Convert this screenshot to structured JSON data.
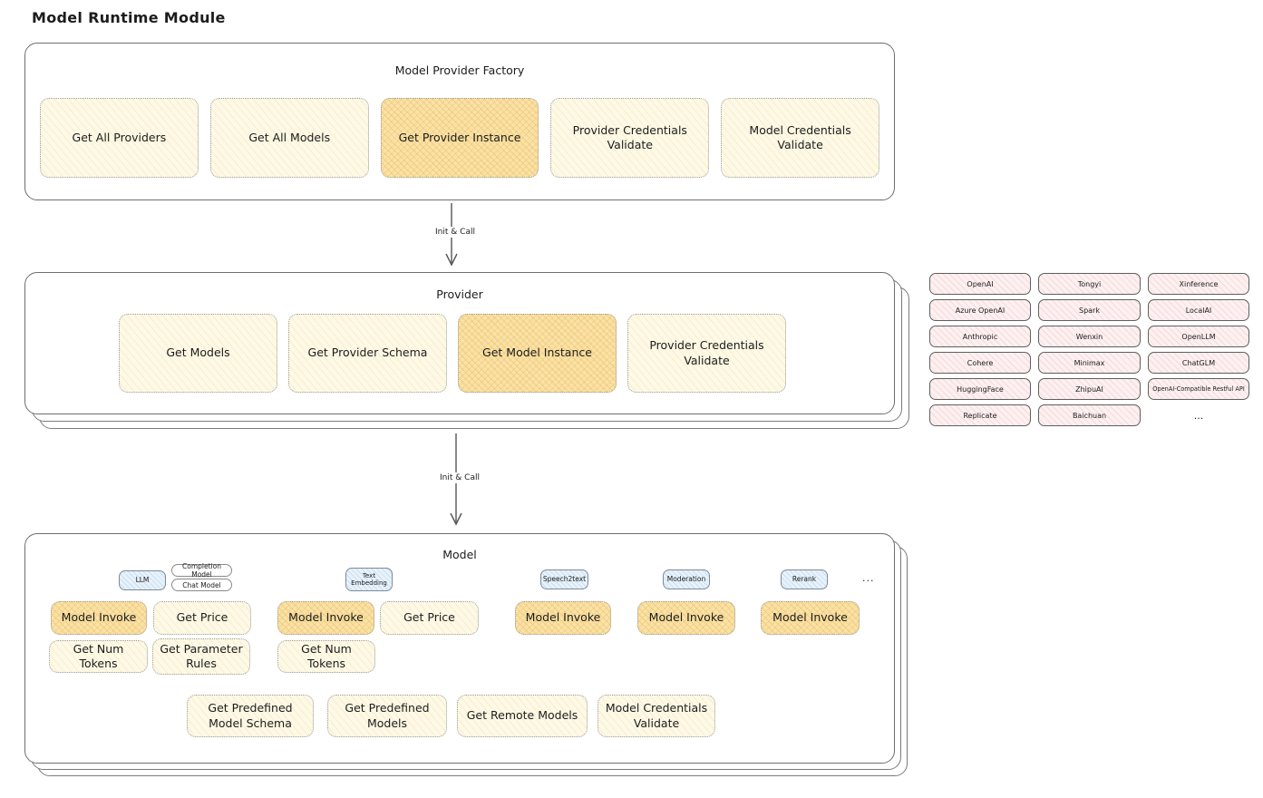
{
  "title": "Model Runtime Module",
  "colors": {
    "light_yellow": "#fdf9e6",
    "accent_orange": "#f9e2a6",
    "pink": "#fdf0f0",
    "blue": "#e7f2fb",
    "outline": "#6e6e6e"
  },
  "factory": {
    "title": "Model Provider Factory",
    "methods": [
      {
        "label": "Get All Providers"
      },
      {
        "label": "Get All Models"
      },
      {
        "label": "Get Provider Instance"
      },
      {
        "label": "Provider Credentials Validate"
      },
      {
        "label": "Model Credentials Validate"
      }
    ]
  },
  "arrows": {
    "first": "Init & Call",
    "second": "Init & Call"
  },
  "provider": {
    "title": "Provider",
    "methods": [
      {
        "label": "Get Models"
      },
      {
        "label": "Get Provider Schema"
      },
      {
        "label": "Get Model Instance"
      },
      {
        "label": "Provider Credentials Validate"
      }
    ]
  },
  "providers_grid": {
    "items": [
      "OpenAI",
      "Tongyi",
      "Xinference",
      "Azure OpenAI",
      "Spark",
      "LocalAI",
      "Anthropic",
      "Wenxin",
      "OpenLLM",
      "Cohere",
      "Minimax",
      "ChatGLM",
      "HuggingFace",
      "ZhipuAI",
      "OpenAI-Compatible Restful API",
      "Replicate",
      "Baichuan"
    ],
    "ellipsis": "..."
  },
  "model": {
    "title": "Model",
    "tags": {
      "llm": "LLM",
      "completion": "Completion Model",
      "chat": "Chat Model",
      "text_embedding": "Text Embedding",
      "speech2text": "Speech2text",
      "moderation": "Moderation",
      "rerank": "Rerank",
      "ellipsis": "..."
    },
    "row1": [
      "Model Invoke",
      "Get Price",
      "Model Invoke",
      "Get Price",
      "Model Invoke",
      "Model Invoke",
      "Model Invoke"
    ],
    "row2": [
      "Get Num Tokens",
      "Get Parameter Rules",
      "Get Num Tokens"
    ],
    "row3": [
      "Get Predefined Model Schema",
      "Get Predefined Models",
      "Get Remote Models",
      "Model Credentials Validate"
    ]
  }
}
